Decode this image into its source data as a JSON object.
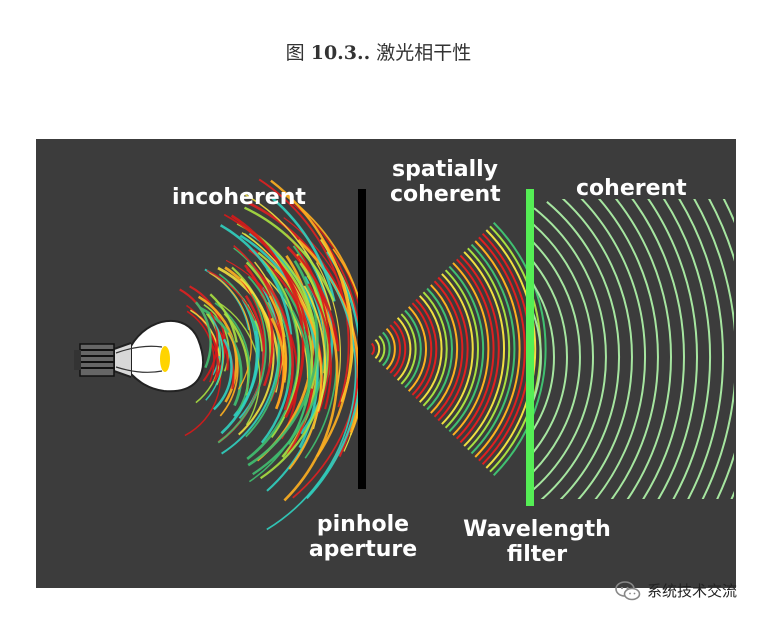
{
  "caption": {
    "prefix": "图",
    "number": "10.3..",
    "title": "激光相干性"
  },
  "labels": {
    "incoherent": "incoherent",
    "spatially": "spatially",
    "coherent_mid": "coherent",
    "coherent_right": "coherent",
    "pinhole": "pinhole",
    "aperture": "aperture",
    "wavelength": "Wavelength",
    "filter": "filter"
  },
  "watermark": {
    "text": "系统技术交流"
  },
  "colors": {
    "panel_bg": "#3c3c3c",
    "slit": "#000000",
    "filter": "#55ee55",
    "coherent_wave": "#a6e6a0",
    "bulb_glow": "#ffffff",
    "filament": "#ffd400"
  }
}
